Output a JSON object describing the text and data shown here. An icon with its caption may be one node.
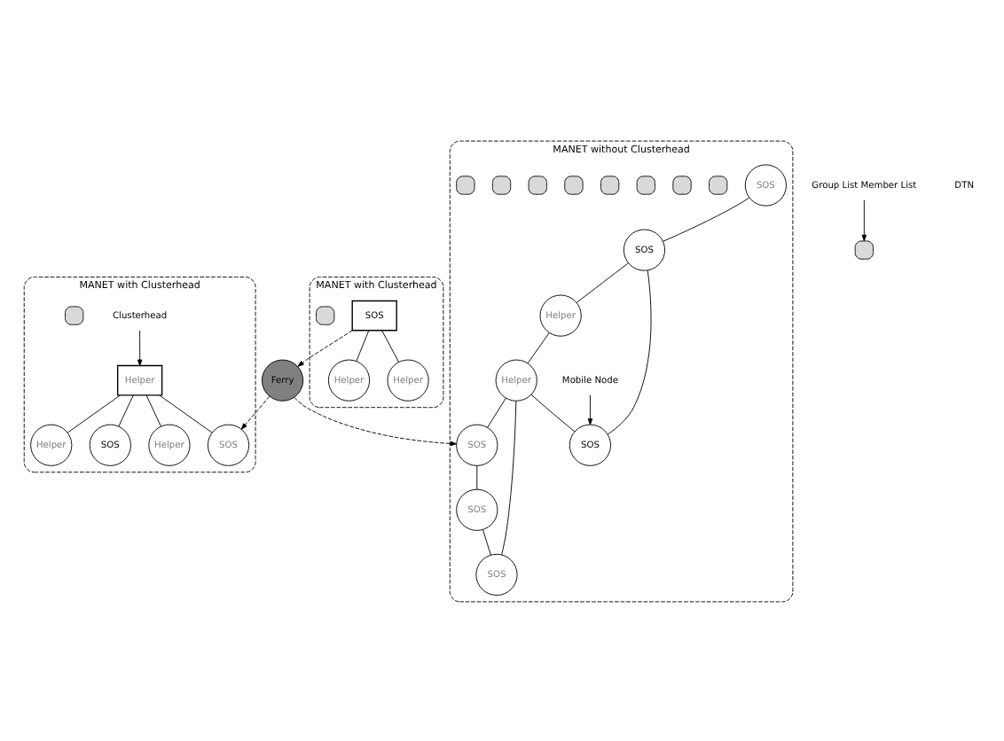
{
  "diagram": {
    "nodes": [
      {
        "text": [
          "MANET with Clusterhead"
        ]
      },
      {
        "text": [
          "SOS"
        ],
        "in": 0
      },
      {
        "text": [
          "Helper"
        ],
        "in": 0
      },
      {
        "text": [
          "Helper"
        ],
        "in": 0
      },
      {
        "text": [
          "Helper"
        ],
        "in": 0
      },
      {
        "text": [
          "SOS"
        ],
        "in": 0
      },
      {
        "text": [
          "Clusterhead"
        ],
        "in": 0
      },
      {
        "text": [],
        "shape": "box",
        "in": 0
      },
      {
        "text": [
          "MANET without Clusterhead"
        ]
      },
      {
        "text": [
          "SOS"
        ],
        "in": 8
      },
      {
        "text": [
          "SOS"
        ],
        "in": 8
      },
      {
        "text": [],
        "shape": "box",
        "in": 8
      },
      {
        "text": [],
        "shape": "box",
        "in": 8
      },
      {
        "text": [],
        "shape": "box",
        "in": 8
      },
      {
        "text": [
          "SOS"
        ],
        "in": 8
      },
      {
        "text": [
          "Mobile Node"
        ],
        "in": 8
      },
      {
        "text": [
          "Helper"
        ],
        "in": 8
      },
      {
        "text": [],
        "shape": "box",
        "in": 8
      },
      {
        "text": [
          "Helper"
        ],
        "in": 8
      },
      {
        "text": [],
        "shape": "box",
        "in": 8
      },
      {
        "text": [
          "SOS"
        ],
        "in": 8
      },
      {
        "text": [
          "SOS"
        ],
        "in": 8
      },
      {
        "text": [],
        "shape": "box",
        "in": 8
      },
      {
        "text": [],
        "shape": "box",
        "in": 8
      },
      {
        "text": [
          "SOS"
        ],
        "in": 8
      },
      {
        "text": [],
        "shape": "box",
        "in": 8
      },
      {
        "text": [
          "MANET with Clusterhead"
        ]
      },
      {
        "text": [
          "SOS"
        ],
        "in": 26
      },
      {
        "text": [
          "Helper"
        ],
        "in": 26
      },
      {
        "text": [],
        "shape": "box",
        "in": 26
      },
      {
        "text": [
          "Helper"
        ],
        "in": 26
      },
      {
        "text": [
          "Ferry"
        ]
      },
      {
        "text": [],
        "shape": "box"
      },
      {
        "text": [
          "Group List Member List"
        ]
      }
    ],
    "edges": [
      {
        "from": 3,
        "to": 1,
        "arrow": "none"
      },
      {
        "from": 3,
        "to": 2,
        "arrow": "none"
      },
      {
        "from": 3,
        "to": 4,
        "arrow": "none"
      },
      {
        "from": 3,
        "to": 5,
        "arrow": "none"
      },
      {
        "from": 6,
        "to": 3,
        "arrow": "to"
      },
      {
        "from": 9,
        "to": 10,
        "arrow": "none"
      },
      {
        "from": 10,
        "to": 14,
        "arrow": "none"
      },
      {
        "from": 10,
        "to": 16,
        "arrow": "none"
      },
      {
        "from": 16,
        "to": 18,
        "arrow": "none"
      },
      {
        "from": 18,
        "to": 14,
        "arrow": "none"
      },
      {
        "from": 18,
        "to": 20,
        "arrow": "none"
      },
      {
        "from": 18,
        "to": 21,
        "arrow": "none"
      },
      {
        "from": 20,
        "to": 24,
        "arrow": "none"
      },
      {
        "from": 24,
        "to": 21,
        "arrow": "none"
      },
      {
        "from": 15,
        "to": 14,
        "arrow": "to"
      },
      {
        "from": 27,
        "to": 28,
        "arrow": "none"
      },
      {
        "from": 27,
        "to": 30,
        "arrow": "none"
      },
      {
        "from": 31,
        "to": 5,
        "arrow": "to",
        "style": "dashed"
      },
      {
        "from": 31,
        "to": 20,
        "arrow": "to",
        "style": "dashed"
      },
      {
        "from": 27,
        "to": 31,
        "arrow": "to",
        "style": "dashed"
      },
      {
        "from": 33,
        "to": 32,
        "arrow": "to"
      }
    ],
    "labels": [
      "DTN"
    ]
  }
}
